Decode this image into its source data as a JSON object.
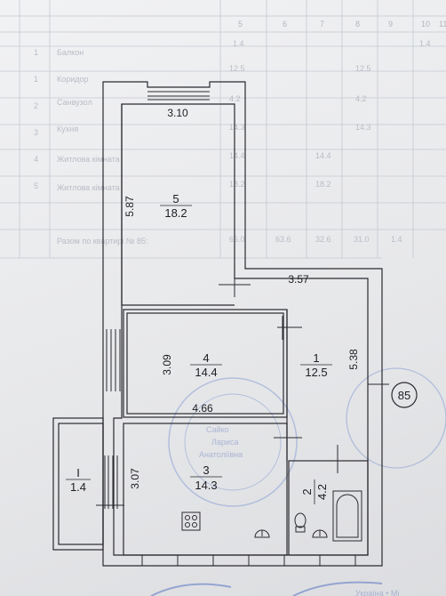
{
  "table": {
    "header_numbers": [
      "5",
      "6",
      "7",
      "8",
      "9",
      "10",
      "11"
    ],
    "rows": [
      {
        "no": "1",
        "name": "Балкон",
        "v1": "1.4",
        "v2": "",
        "v3": "",
        "v4": "1.4"
      },
      {
        "no": "1",
        "name": "Коридор",
        "v1": "12.5",
        "v2": "",
        "v3": "12.5",
        "v4": ""
      },
      {
        "no": "2",
        "name": "Санвузол",
        "v1": "4.2",
        "v2": "",
        "v3": "4.2",
        "v4": ""
      },
      {
        "no": "3",
        "name": "Кухня",
        "v1": "14.3",
        "v2": "",
        "v3": "14.3",
        "v4": ""
      },
      {
        "no": "4",
        "name": "Житлова кімната",
        "v1": "14.4",
        "v2": "14.4",
        "v3": "",
        "v4": ""
      },
      {
        "no": "5",
        "name": "Житлова кімната",
        "v1": "18.2",
        "v2": "18.2",
        "v3": "",
        "v4": ""
      }
    ],
    "total_label": "Разом по квартирі № 85:",
    "totals": [
      "65.0",
      "63.6",
      "32.6",
      "31.0",
      "1.4"
    ]
  },
  "plan": {
    "rooms": [
      {
        "number": "5",
        "area": "18.2",
        "width": "3.10",
        "length": "5.87"
      },
      {
        "number": "4",
        "area": "14.4",
        "width": "4.66",
        "length": "3.09"
      },
      {
        "number": "1",
        "area": "12.5",
        "width": "3.57",
        "length": "5.38"
      },
      {
        "number": "3",
        "area": "14.3",
        "length": "3.07"
      },
      {
        "number": "2",
        "area": "4.2"
      },
      {
        "number": "I",
        "area": "1.4"
      }
    ],
    "apartment_number": "85"
  },
  "stamp": {
    "lines": [
      "Сайко",
      "Лариса",
      "Анатоліївна",
      "Україна • Мі"
    ]
  }
}
